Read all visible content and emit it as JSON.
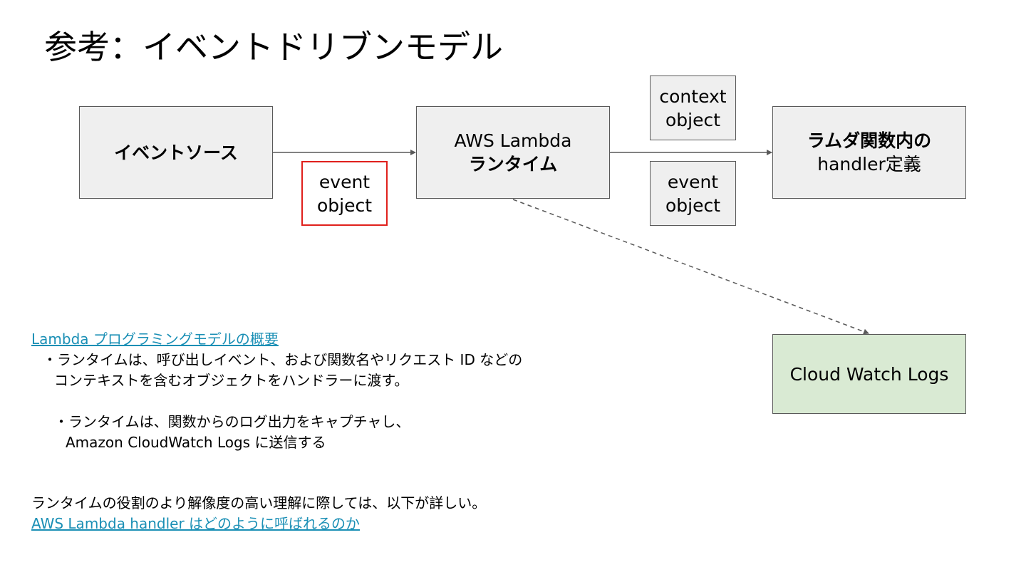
{
  "title": "参考：イベントドリブンモデル",
  "diagram": {
    "event_source": "イベントソース",
    "runtime": {
      "line1": "AWS Lambda",
      "line2": "ランタイム"
    },
    "handler": {
      "line1": "ラムダ関数内の",
      "line2": "handler定義"
    },
    "event_object_input": {
      "line1": "event",
      "line2": "object"
    },
    "context_object": {
      "line1": "context",
      "line2": "object"
    },
    "event_object_output": {
      "line1": "event",
      "line2": "object"
    },
    "cloudwatch_logs": "Cloud Watch Logs"
  },
  "notes": {
    "link": "Lambda プログラミングモデルの概要",
    "bullet1_line1": "・ランタイムは、呼び出しイベント、および関数名やリクエスト ID などの",
    "bullet1_line2": "コンテキストを含むオブジェクトをハンドラーに渡す。",
    "bullet2_line1": "・ランタイムは、関数からのログ出力をキャプチャし、",
    "bullet2_line2": "Amazon CloudWatch Logs に送信する"
  },
  "footer": {
    "text": "ランタイムの役割のより解像度の高い理解に際しては、以下が詳しい。",
    "link": "AWS Lambda handler はどのように呼ばれるのか"
  },
  "colors": {
    "box_fill": "#efefef",
    "box_border": "#595959",
    "highlight_border": "#e0201c",
    "logs_fill": "#d9ead3",
    "link": "#1a8fb5"
  }
}
